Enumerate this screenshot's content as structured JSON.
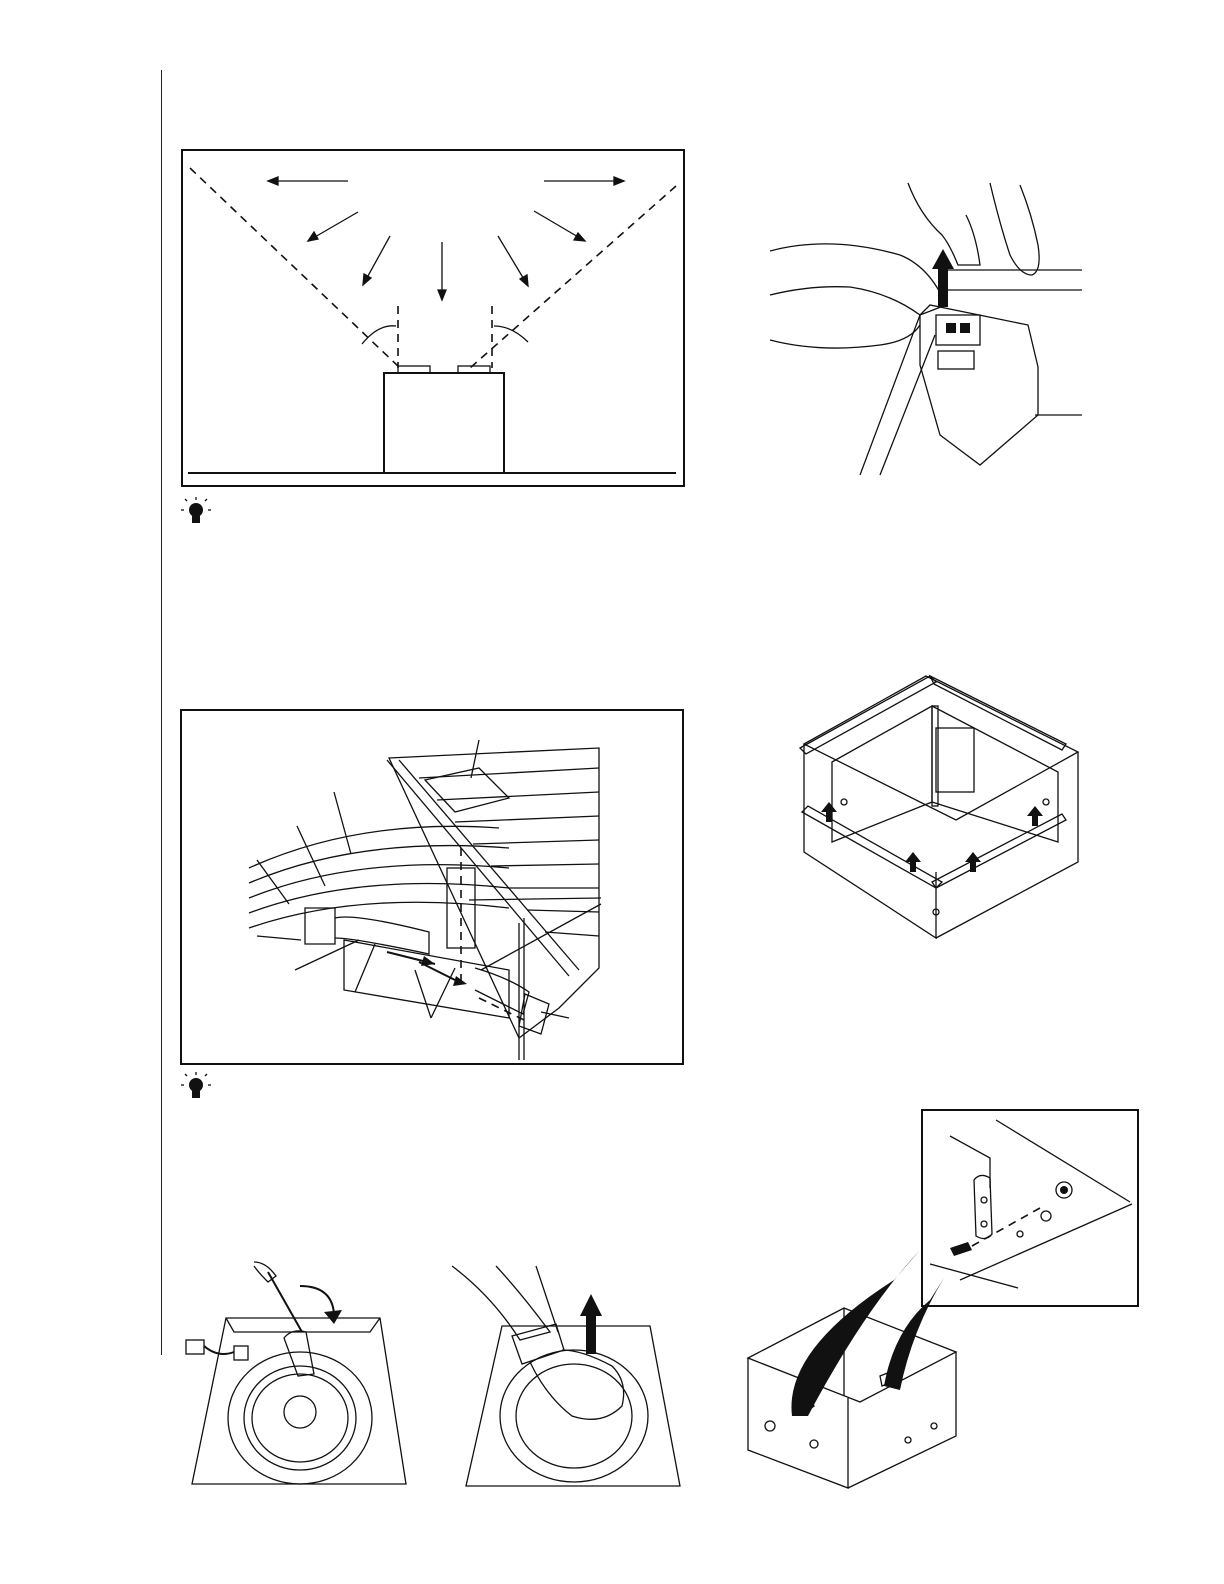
{
  "page": {
    "tip_icon_name": "lightbulb-icon",
    "ink_color": "#111111",
    "background_color": "#ffffff"
  },
  "figures": {
    "discharge_diagram": {
      "icon": "airflow-arrows"
    },
    "plug_removal": {
      "icon": "up-arrow"
    },
    "ducting_installation": {
      "icon": "duct-arrows"
    },
    "housing_brackets": {
      "icon": "up-arrows"
    },
    "blower_screw_removal": {
      "icon": "screwdriver-curved-arrow"
    },
    "blower_lift_out": {
      "icon": "up-arrow"
    },
    "mounting_bracket_detail": {
      "icon": "curved-arrows"
    }
  }
}
